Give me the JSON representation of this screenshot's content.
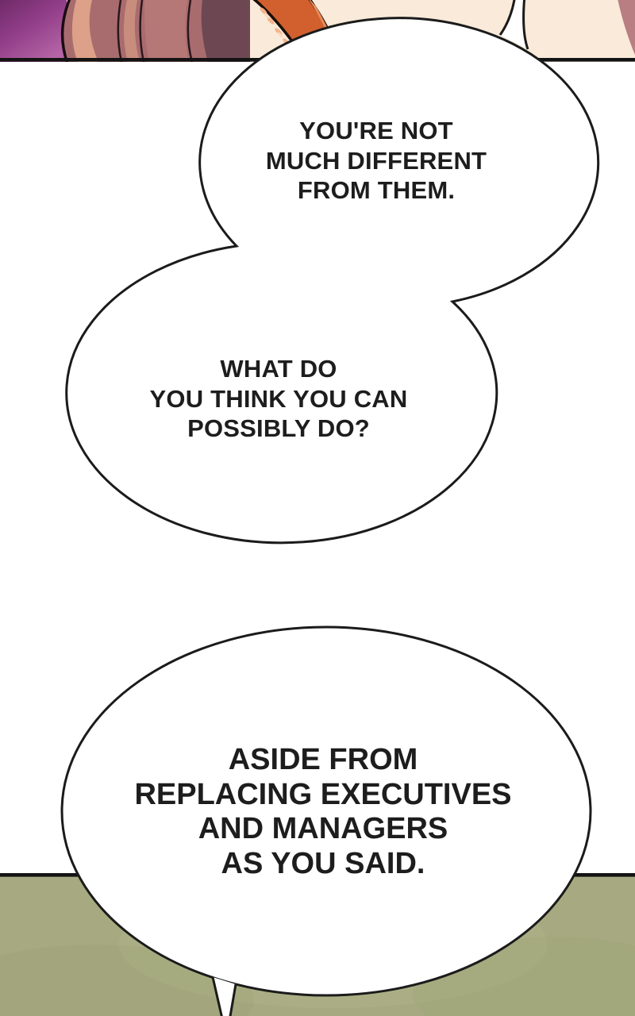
{
  "page": {
    "kind": "webtoon-comic-panel",
    "background": "#ffffff"
  },
  "colors": {
    "panel_cream": "#f9ead9",
    "panel_green": "#a7aa80",
    "panel_border": "#131313",
    "bubble_fill": "#ffffff",
    "bubble_stroke": "#1b1b1b",
    "purple_bg_dark": "#6f2a68",
    "purple_bg_light": "#b565a6",
    "hair_rose": "#a96c6e",
    "hair_highlight": "#dca188",
    "hair_dark_plum": "#6d4853",
    "orange_object": "#d2602e",
    "orange_highlight": "#f4b28c",
    "rose_corner": "#b97e82",
    "text_color": "#1d1d1d"
  },
  "bubbles": {
    "bubble1": {
      "lines": [
        "YOU'RE NOT",
        "MUCH DIFFERENT",
        "FROM THEM."
      ]
    },
    "bubble2": {
      "lines": [
        "WHAT DO",
        "YOU THINK YOU CAN",
        "POSSIBLY DO?"
      ]
    },
    "bubble3": {
      "lines": [
        "ASIDE FROM",
        "REPLACING EXECUTIVES",
        "AND MANAGERS",
        "AS YOU SAID."
      ]
    }
  }
}
